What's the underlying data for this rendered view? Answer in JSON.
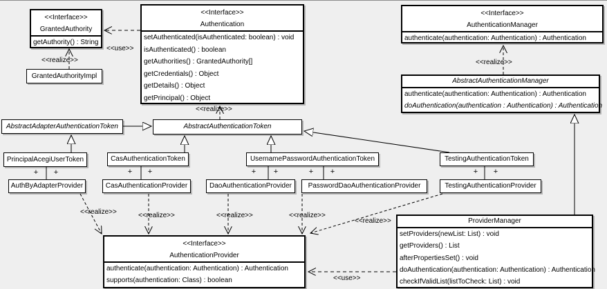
{
  "colors": {
    "background": "#efefef",
    "box_fill": "#ffffff",
    "border": "#000000",
    "shadow": "#b6b6b6"
  },
  "labels": {
    "use": "<<use>>",
    "realize": "<<realize>>",
    "plus": "+"
  },
  "classes": {
    "granted_authority": {
      "stereotype": "<<Interface>>",
      "name": "GrantedAuthority",
      "methods": [
        "getAuthority() : String"
      ]
    },
    "granted_authority_impl": {
      "name": "GrantedAuthorityImpl"
    },
    "authentication": {
      "stereotype": "<<Interface>>",
      "name": "Authentication",
      "methods": [
        "setAuthenticated(isAuthenticated: boolean) : void",
        "isAuthenticated() : boolean",
        "getAuthorities() : GrantedAuthority[]",
        "getCredentials() : Object",
        "getDetails() : Object",
        "getPrincipal() : Object"
      ]
    },
    "authentication_manager": {
      "stereotype": "<<Interface>>",
      "name": "AuthenticationManager",
      "methods": [
        "authenticate(authentication: Authentication) : Authentication"
      ]
    },
    "abstract_authentication_manager": {
      "name": "AbstractAuthenticationManager",
      "methods": [
        "authenticate(authentication: Authentication) : Authentication",
        "doAuthentication(authentication : Authentication) : Authentication"
      ]
    },
    "abstract_adapter_authentication_token": {
      "name": "AbstractAdapterAuthenticationToken"
    },
    "abstract_authentication_token": {
      "name": "AbstractAuthenticationToken"
    },
    "principal_acegi_user_token": {
      "name": "PrincipalAcegiUserToken"
    },
    "cas_authentication_token": {
      "name": "CasAuthenticationToken"
    },
    "username_password_authentication_token": {
      "name": "UsernamePasswordAuthenticationToken"
    },
    "testing_authentication_token": {
      "name": "TestingAuthenticationToken"
    },
    "auth_by_adapter_provider": {
      "name": "AuthByAdapterProvider"
    },
    "cas_authentication_provider": {
      "name": "CasAuthenticationProvider"
    },
    "dao_authentication_provider": {
      "name": "DaoAuthenticationProvider"
    },
    "password_dao_authentication_provider": {
      "name": "PasswordDaoAuthenticationProvider"
    },
    "testing_authentication_provider": {
      "name": "TestingAuthenticationProvider"
    },
    "authentication_provider": {
      "stereotype": "<<Interface>>",
      "name": "AuthenticationProvider",
      "methods": [
        "authenticate(authentication: Authentication) : Authentication",
        "supports(authentication: Class) : boolean"
      ]
    },
    "provider_manager": {
      "name": "ProviderManager",
      "methods": [
        "setProviders(newList: List) : void",
        "getProviders() : List",
        "afterPropertiesSet() : void",
        "doAuthentication(authentication: Authentication) : Authentication",
        "checkIfValidList(listToCheck: List) : void"
      ]
    }
  }
}
